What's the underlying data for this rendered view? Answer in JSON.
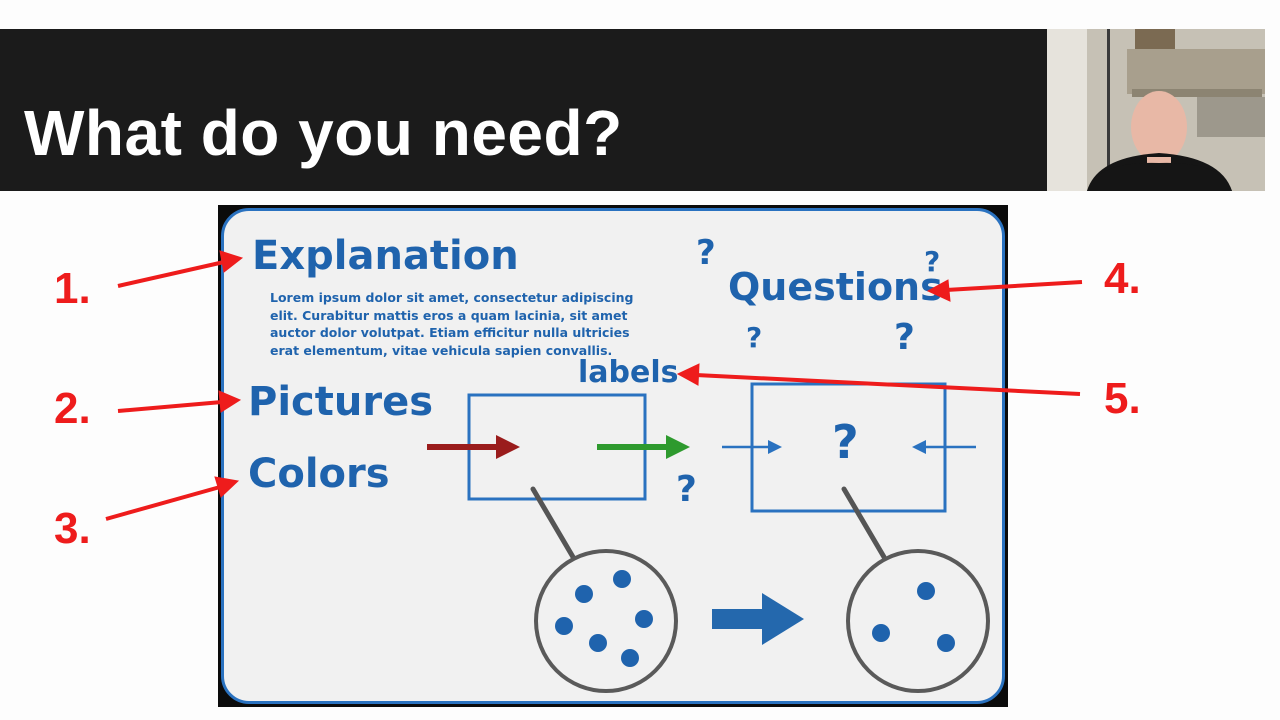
{
  "slide": {
    "title": "What do you need?"
  },
  "numbers": [
    "1.",
    "2.",
    "3.",
    "4.",
    "5."
  ],
  "card": {
    "explanation_heading": "Explanation",
    "lorem": "Lorem ipsum dolor sit amet, consectetur adipiscing elit. Curabitur mattis eros a quam lacinia, sit amet auctor dolor volutpat. Etiam efficitur nulla ultricies erat elementum, vitae vehicula sapien convallis.",
    "pictures_label": "Pictures",
    "colors_label": "Colors",
    "questions_label": "Questions",
    "labels_label": "labels",
    "question_mark": "?"
  },
  "colors": {
    "annotation_red": "#ee1c1c",
    "card_blue": "#1f63ad",
    "title_bar": "#1b1b1b"
  }
}
